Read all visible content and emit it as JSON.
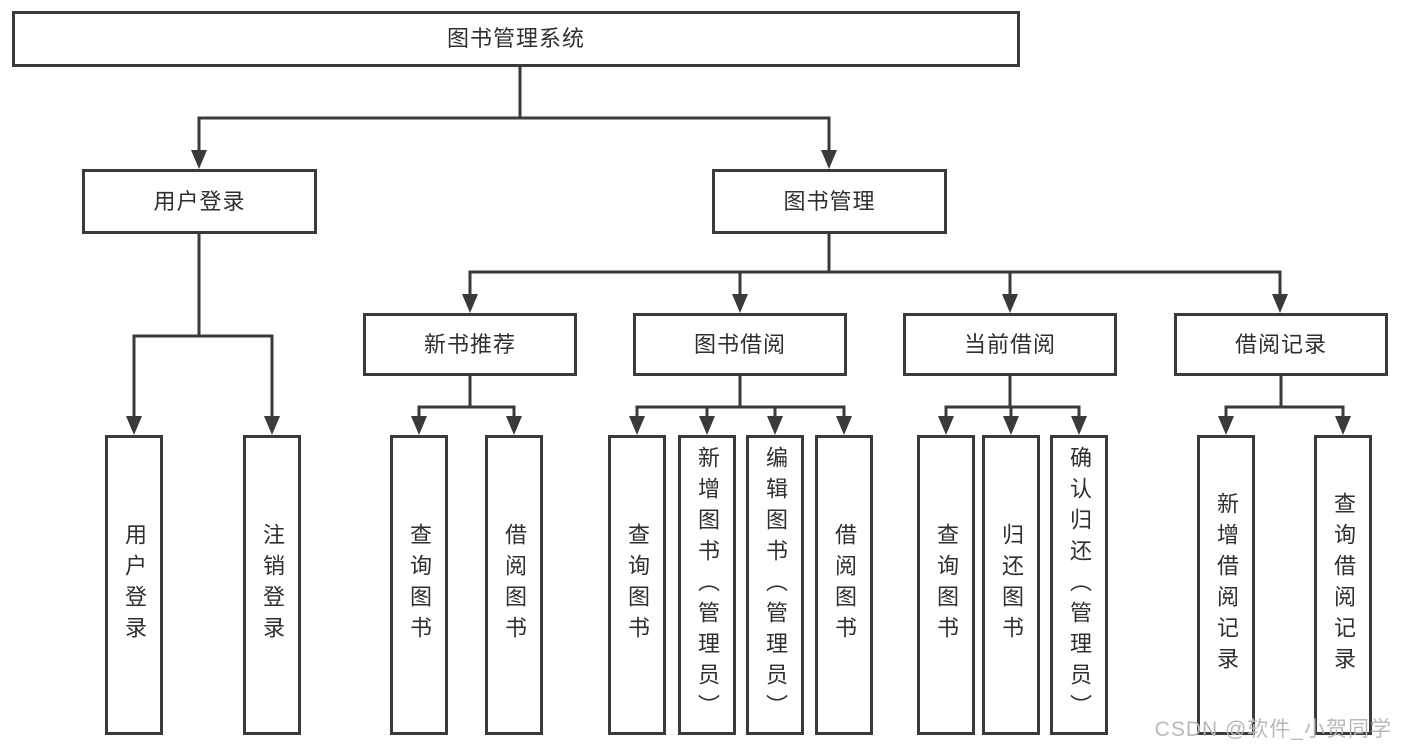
{
  "diagram": {
    "type": "tree",
    "watermark": "CSDN @软件_小贺同学",
    "colors": {
      "line": "#3a3a3a",
      "box_border": "#3a3a3a",
      "text": "#2f2f2f",
      "watermark": "#b9b9b9",
      "background": "#ffffff"
    },
    "nodes": {
      "root": {
        "label": "图书管理系统"
      },
      "user_login": {
        "label": "用户登录"
      },
      "book_mgmt": {
        "label": "图书管理"
      },
      "new_book": {
        "label": "新书推荐"
      },
      "book_borrow": {
        "label": "图书借阅"
      },
      "current_borrow": {
        "label": "当前借阅"
      },
      "borrow_records": {
        "label": "借阅记录"
      },
      "ul_login": {
        "label": "用户登录"
      },
      "ul_logout": {
        "label": "注销登录"
      },
      "nb_query": {
        "label": "查询图书"
      },
      "nb_borrow": {
        "label": "借阅图书"
      },
      "bb_query": {
        "label": "查询图书"
      },
      "bb_add": {
        "label": "新增图书（管理员）"
      },
      "bb_edit": {
        "label": "编辑图书（管理员）"
      },
      "bb_borrow": {
        "label": "借阅图书"
      },
      "cb_query": {
        "label": "查询图书"
      },
      "cb_return": {
        "label": "归还图书"
      },
      "cb_confirm": {
        "label": "确认归还（管理员）"
      },
      "br_add": {
        "label": "新增借阅记录"
      },
      "br_query": {
        "label": "查询借阅记录"
      }
    },
    "hierarchy": {
      "图书管理系统": {
        "用户登录": [
          "用户登录",
          "注销登录"
        ],
        "图书管理": {
          "新书推荐": [
            "查询图书",
            "借阅图书"
          ],
          "图书借阅": [
            "查询图书",
            "新增图书（管理员）",
            "编辑图书（管理员）",
            "借阅图书"
          ],
          "当前借阅": [
            "查询图书",
            "归还图书",
            "确认归还（管理员）"
          ],
          "借阅记录": [
            "新增借阅记录",
            "查询借阅记录"
          ]
        }
      }
    }
  }
}
